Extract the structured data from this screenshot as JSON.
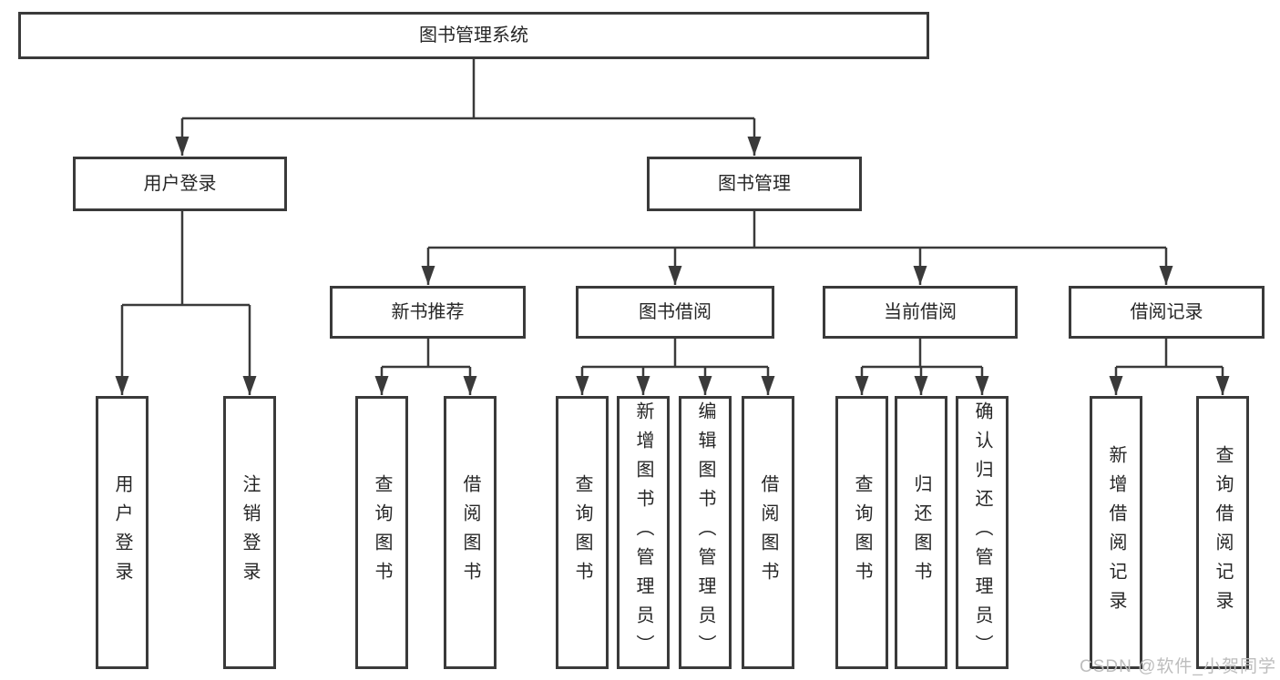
{
  "nodes": {
    "root": {
      "label": "图书管理系统"
    },
    "user_login": {
      "label": "用户登录"
    },
    "book_management": {
      "label": "图书管理"
    },
    "new_book_recommend": {
      "label": "新书推荐"
    },
    "book_borrow": {
      "label": "图书借阅"
    },
    "current_borrow": {
      "label": "当前借阅"
    },
    "borrow_record": {
      "label": "借阅记录"
    },
    "leaf_user_login": {
      "label": "用户登录"
    },
    "leaf_logout": {
      "label": "注销登录"
    },
    "leaf_recommend_query_books": {
      "label": "查询图书"
    },
    "leaf_recommend_borrow_books": {
      "label": "借阅图书"
    },
    "leaf_borrow_query_books": {
      "label": "查询图书"
    },
    "leaf_borrow_add_books": {
      "label": "新增图书（管理员）"
    },
    "leaf_borrow_edit_books": {
      "label": "编辑图书（管理员）"
    },
    "leaf_borrow_borrow_books": {
      "label": "借阅图书"
    },
    "leaf_current_query_books": {
      "label": "查询图书"
    },
    "leaf_current_return_books": {
      "label": "归还图书"
    },
    "leaf_current_confirm_return": {
      "label": "确认归还（管理员）"
    },
    "leaf_record_add": {
      "label": "新增借阅记录"
    },
    "leaf_record_query": {
      "label": "查询借阅记录"
    }
  },
  "watermark": {
    "text": "CSDN @软件_小贺同学"
  },
  "colors": {
    "line": "#3a3a3a",
    "box_border": "#3a3a3a",
    "text": "#262626",
    "background": "#ffffff",
    "watermark": "#bdbdbd"
  }
}
